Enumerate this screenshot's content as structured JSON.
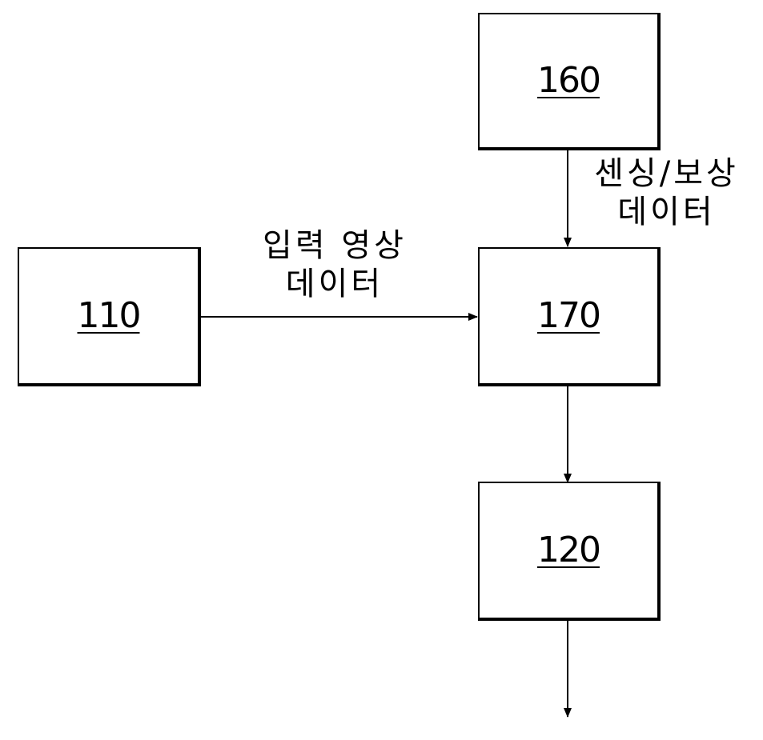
{
  "nodes": {
    "n160": {
      "label": "160"
    },
    "n110": {
      "label": "110"
    },
    "n170": {
      "label": "170"
    },
    "n120": {
      "label": "120"
    }
  },
  "edges": {
    "sensing": {
      "line1": "센싱/보상",
      "line2": "데이터"
    },
    "input": {
      "line1": "입력 영상",
      "line2": "데이터"
    }
  },
  "colors": {
    "stroke": "#000000",
    "background": "#ffffff"
  }
}
